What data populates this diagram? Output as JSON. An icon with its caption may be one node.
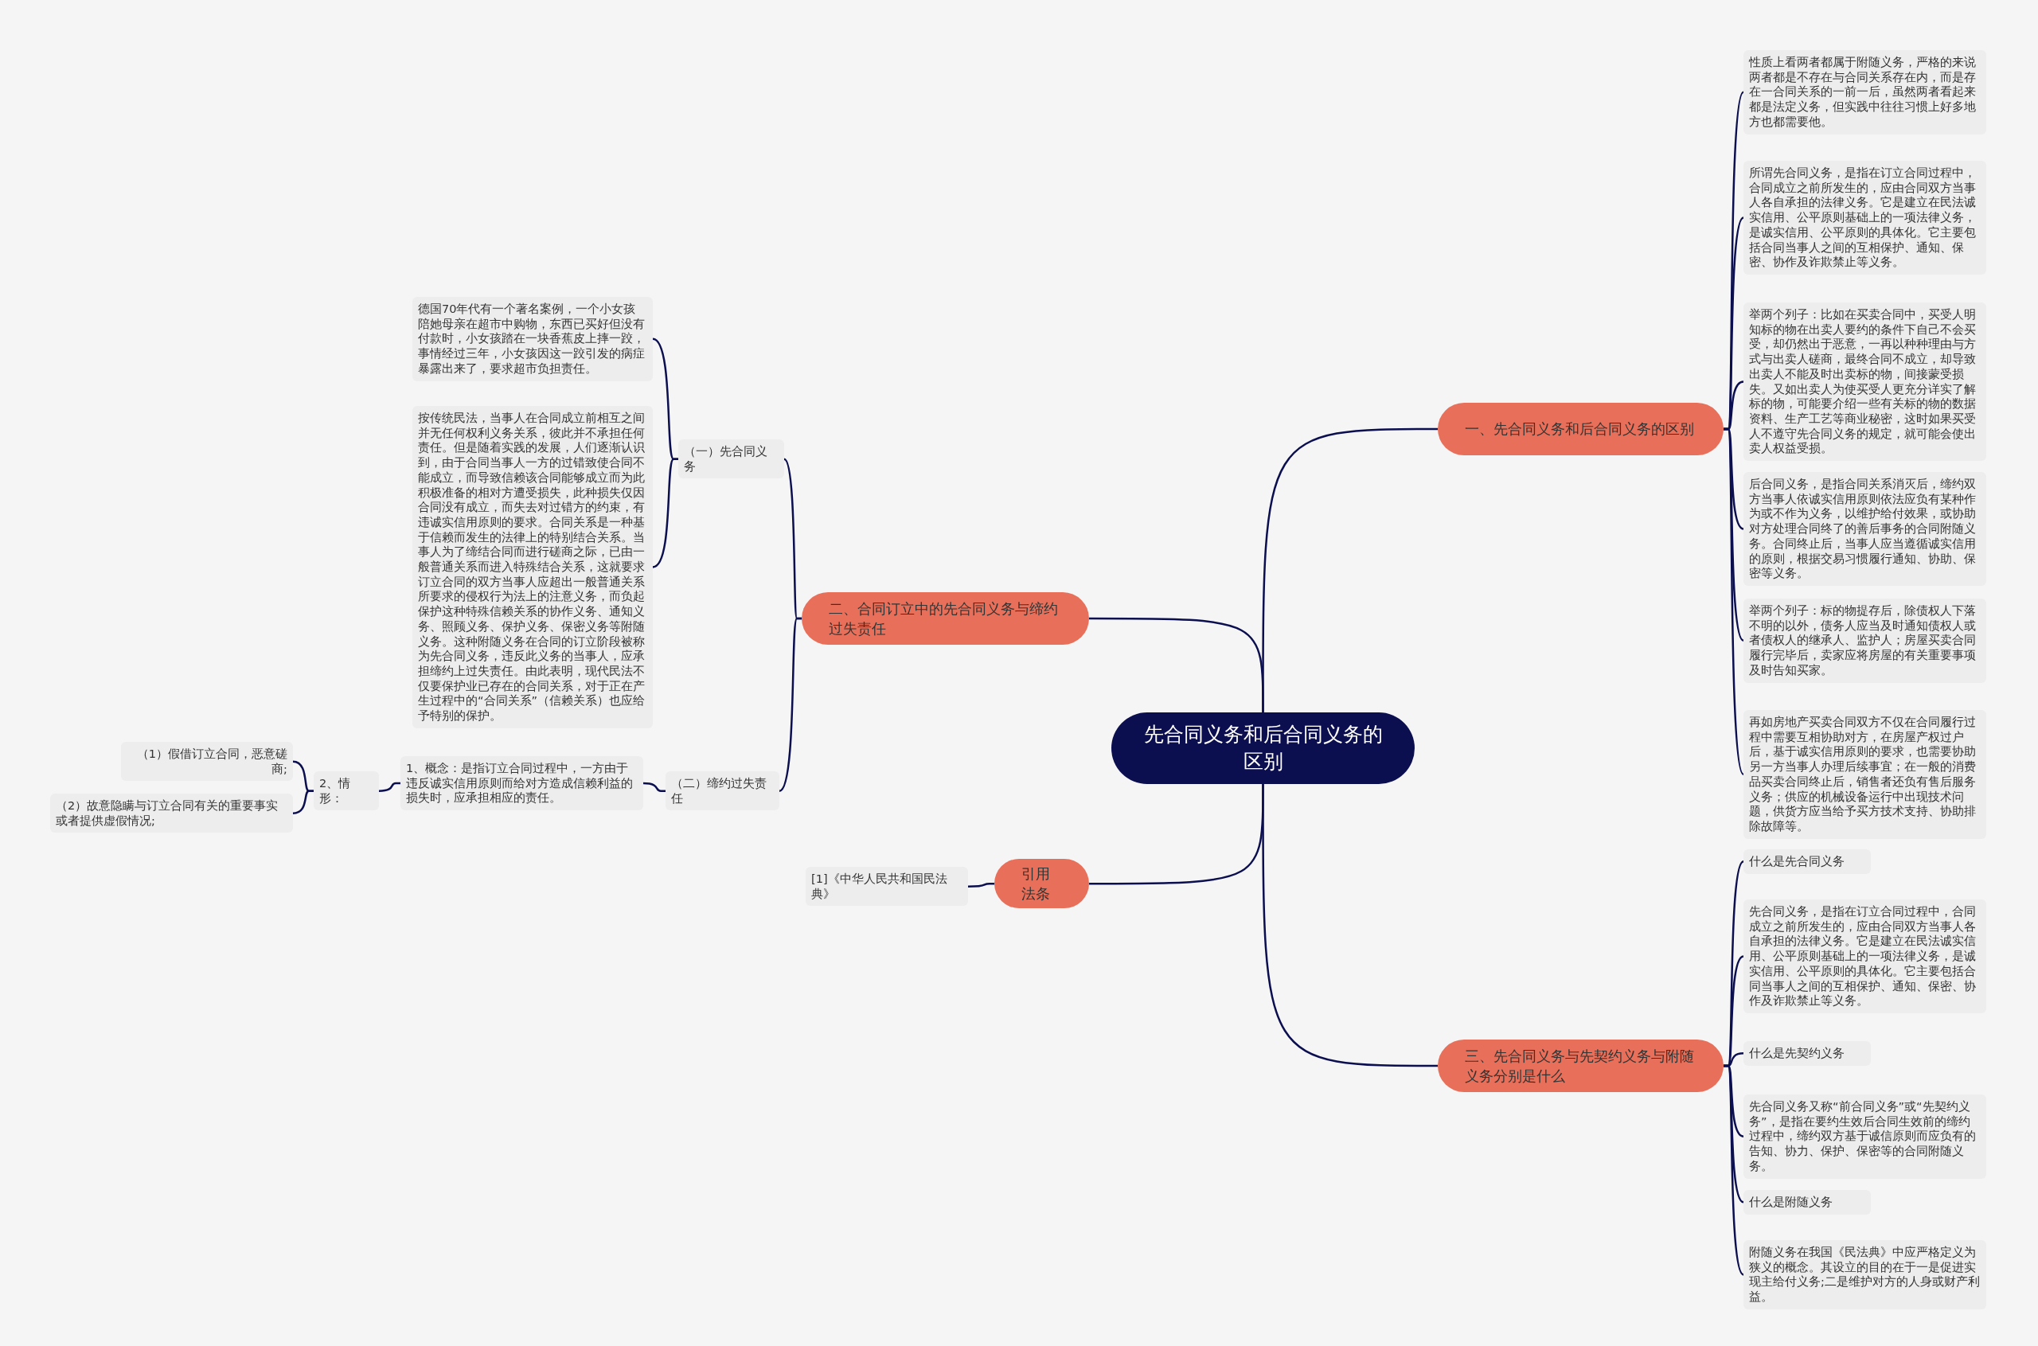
{
  "diagram": {
    "nodes": [
      {
        "text": [
          "先合同义务和后合同义务的区别"
        ]
      },
      {
        "text": [
          "一、先合同义务和后合同义务的区别"
        ]
      },
      {
        "text": [
          "性质上看两者都属于附随义务，严格的来说两者都是不存在与合同关系存在内，而是存在一合同关系的一前一后，虽然两者看起来都是法定义务，但实践中往往习惯上好多地方也都需要他。"
        ]
      },
      {
        "text": [
          "所谓先合同义务，是指在订立合同过程中，合同成立之前所发生的，应由合同双方当事人各自承担的法律义务。它是建立在民法诚实信用、公平原则基础上的一项法律义务，是诚实信用、公平原则的具体化。它主要包括合同当事人之间的互相保护、通知、保密、协作及诈欺禁止等义务。"
        ]
      },
      {
        "text": [
          "举两个列子：比如在买卖合同中，买受人明知标的物在出卖人要约的条件下自己不会买受，却仍然出于恶意，一再以种种理由与方式与出卖人磋商，最终合同不成立，却导致出卖人不能及时出卖标的物，间接蒙受损失。又如出卖人为使买受人更充分详实了解标的物，可能要介绍一些有关标的物的数据资料、生产工艺等商业秘密，这时如果买受人不遵守先合同义务的规定，就可能会使出卖人权益受损。"
        ]
      },
      {
        "text": [
          "后合同义务，是指合同关系消灭后，缔约双方当事人依诚实信用原则依法应负有某种作为或不作为义务，以维护给付效果，或协助对方处理合同终了的善后事务的合同附随义务。合同终止后，当事人应当遵循诚实信用的原则，根据交易习惯履行通知、协助、保密等义务。"
        ]
      },
      {
        "text": [
          "举两个列子：标的物提存后，除债权人下落不明的以外，债务人应当及时通知债权人或者债权人的继承人、监护人；房屋买卖合同履行完毕后，卖家应将房屋的有关重要事项及时告知买家。"
        ]
      },
      {
        "text": [
          "再如房地产买卖合同双方不仅在合同履行过程中需要互相协助对方，在房屋产权过户后，基于诚实信用原则的要求，也需要协助另一方当事人办理后续事宜；在一般的消费品买卖合同终止后，销售者还负有售后服务义务；供应的机械设备运行中出现技术问题，供货方应当给予买方技术支持、协助排除故障等。"
        ]
      },
      {
        "text": [
          "二、合同订立中的先合同义务与缔约过失责任"
        ]
      },
      {
        "text": [
          "（一）先合同义务"
        ]
      },
      {
        "text": [
          "德国70年代有一个著名案例，一个小女孩陪她母亲在超市中购物，东西已买好但没有付款时，小女孩踏在一块香蕉皮上摔一跤，事情经过三年，小女孩因这一跤引发的病症暴露出来了，要求超市负担责任。"
        ]
      },
      {
        "text": [
          "按传统民法，当事人在合同成立前相互之间并无任何权利义务关系，彼此并不承担任何责任。但是随着实践的发展，人们逐渐认识到，由于合同当事人一方的过错致使合同不能成立，而导致信赖该合同能够成立而为此积极准备的相对方遭受损失，此种损失仅因合同没有成立，而失去对过错方的约束，有违诚实信用原则的要求。合同关系是一种基于信赖而发生的法律上的特别结合关系。当事人为了缔结合同而进行磋商之际，已由一般普通关系而进入特殊结合关系，这就要求订立合同的双方当事人应超出一般普通关系所要求的侵权行为法上的注意义务，而负起保护这种特殊信赖关系的协作义务、通知义务、照顾义务、保护义务、保密义务等附随义务。这种附随义务在合同的订立阶段被称为先合同义务，违反此义务的当事人，应承担缔约上过失责任。由此表明，现代民法不仅要保护业已存在的合同关系，对于正在产生过程中的“合同关系”（信赖关系）也应给予特别的保护。"
        ]
      },
      {
        "text": [
          "（二）缔约过失责任"
        ]
      },
      {
        "text": [
          "1、概念：是指订立合同过程中，一方由于违反诚实信用原则而给对方造成信赖利益的损失时，应承担相应的责任。"
        ]
      },
      {
        "text": [
          "2、情形："
        ]
      },
      {
        "text": [
          "（1）假借订立合同，恶意磋商;"
        ]
      },
      {
        "text": [
          "（2）故意隐瞒与订立合同有关的重要事实或者提供虚假情况;"
        ]
      },
      {
        "text": [
          "引用法条"
        ]
      },
      {
        "text": [
          "[1]《中华人民共和国民法典》"
        ]
      },
      {
        "text": [
          "三、先合同义务与先契约义务与附随义务分别是什么"
        ]
      },
      {
        "text": [
          "什么是先合同义务"
        ]
      },
      {
        "text": [
          "先合同义务，是指在订立合同过程中，合同成立之前所发生的，应由合同双方当事人各自承担的法律义务。它是建立在民法诚实信用、公平原则基础上的一项法律义务，是诚实信用、公平原则的具体化。它主要包括合同当事人之间的互相保护、通知、保密、协作及诈欺禁止等义务。"
        ]
      },
      {
        "text": [
          "什么是先契约义务"
        ]
      },
      {
        "text": [
          "先合同义务又称“前合同义务”或“先契约义务”，是指在要约生效后合同生效前的缔约过程中，缔约双方基于诚信原则而应负有的告知、协力、保护、保密等的合同附随义务。"
        ]
      },
      {
        "text": [
          "什么是附随义务"
        ]
      },
      {
        "text": [
          "附随义务在我国《民法典》中应严格定义为狭义的概念。其设立的目的在于一是促进实现主给付义务;二是维护对方的人身或财产利益。"
        ]
      }
    ],
    "edges": [
      {
        "from": 0,
        "to": 1,
        "arrow": "none"
      },
      {
        "from": 1,
        "to": 2,
        "arrow": "none"
      },
      {
        "from": 1,
        "to": 3,
        "arrow": "none"
      },
      {
        "from": 1,
        "to": 4,
        "arrow": "none"
      },
      {
        "from": 1,
        "to": 5,
        "arrow": "none"
      },
      {
        "from": 1,
        "to": 6,
        "arrow": "none"
      },
      {
        "from": 1,
        "to": 7,
        "arrow": "none"
      },
      {
        "from": 0,
        "to": 8,
        "arrow": "none"
      },
      {
        "from": 8,
        "to": 9,
        "arrow": "none"
      },
      {
        "from": 9,
        "to": 10,
        "arrow": "none"
      },
      {
        "from": 9,
        "to": 11,
        "arrow": "none"
      },
      {
        "from": 8,
        "to": 12,
        "arrow": "none"
      },
      {
        "from": 12,
        "to": 13,
        "arrow": "none"
      },
      {
        "from": 13,
        "to": 14,
        "arrow": "none"
      },
      {
        "from": 14,
        "to": 15,
        "arrow": "none"
      },
      {
        "from": 14,
        "to": 16,
        "arrow": "none"
      },
      {
        "from": 0,
        "to": 17,
        "arrow": "none"
      },
      {
        "from": 17,
        "to": 18,
        "arrow": "none"
      },
      {
        "from": 0,
        "to": 19,
        "arrow": "none"
      },
      {
        "from": 19,
        "to": 20,
        "arrow": "none"
      },
      {
        "from": 19,
        "to": 21,
        "arrow": "none"
      },
      {
        "from": 19,
        "to": 22,
        "arrow": "none"
      },
      {
        "from": 19,
        "to": 23,
        "arrow": "none"
      },
      {
        "from": 19,
        "to": 24,
        "arrow": "none"
      },
      {
        "from": 19,
        "to": 25,
        "arrow": "none"
      }
    ]
  }
}
